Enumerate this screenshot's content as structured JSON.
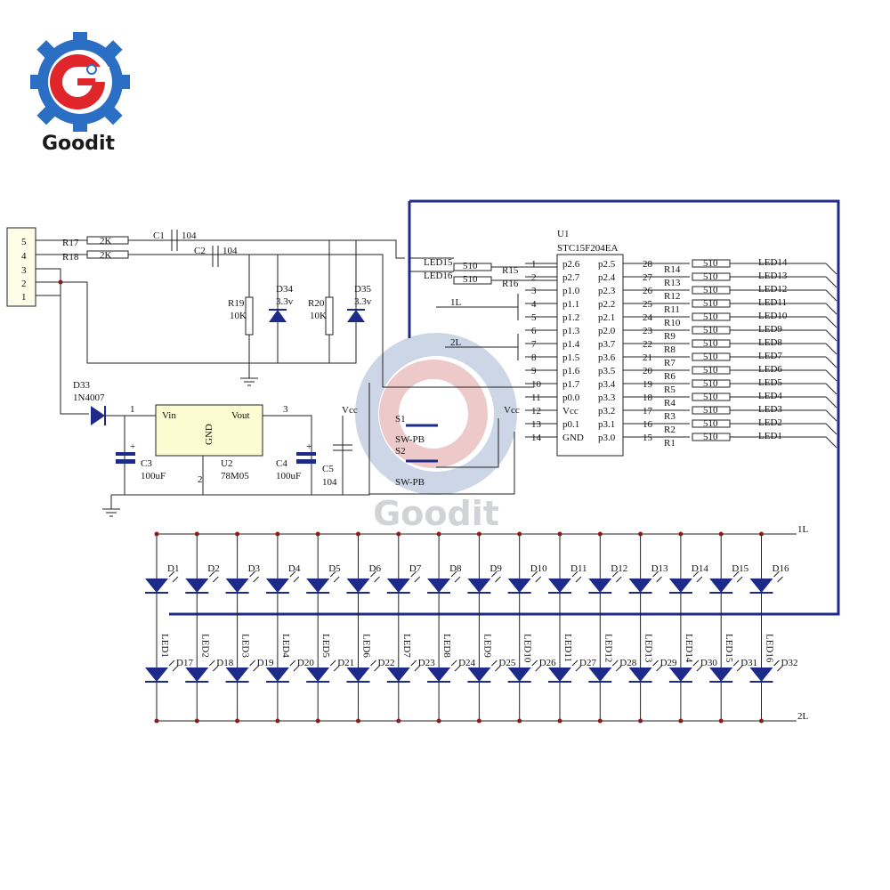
{
  "brand": {
    "name": "Goodit",
    "watermark": "Goodit",
    "colors": {
      "blue": "#2a6fc4",
      "red": "#e0262b",
      "dark": "#1a1a1a",
      "watermark": "#9aa0a6",
      "trace": "#1e2a8a"
    }
  },
  "connector": {
    "pins": [
      "5",
      "4",
      "3",
      "2",
      "1"
    ]
  },
  "power": {
    "diode": {
      "ref": "D33",
      "part": "1N4007"
    },
    "regulator": {
      "ref": "U2",
      "part": "78M05",
      "vin": "Vin",
      "vout": "Vout",
      "gnd": "GND",
      "pin1": "1",
      "pin2": "2",
      "pin3": "3"
    },
    "c3": {
      "ref": "C3",
      "value": "100uF"
    },
    "c4": {
      "ref": "C4",
      "value": "100uF"
    },
    "c5": {
      "ref": "C5",
      "value": "104"
    },
    "vcc": "Vcc",
    "plus": "+"
  },
  "input_section": {
    "r17": {
      "ref": "R17",
      "value": "2K"
    },
    "r18": {
      "ref": "R18",
      "value": "2K"
    },
    "c1": {
      "ref": "C1",
      "value": "104"
    },
    "c2": {
      "ref": "C2",
      "value": "104"
    },
    "r19": {
      "ref": "R19",
      "value": "10K"
    },
    "r20": {
      "ref": "R20",
      "value": "10K"
    },
    "d34": {
      "ref": "D34",
      "value": "3.3v"
    },
    "d35": {
      "ref": "D35",
      "value": "3.3v"
    }
  },
  "mcu": {
    "ref": "U1",
    "part": "STC15F204EA",
    "left_pins": [
      {
        "num": "1",
        "name": "p2.6"
      },
      {
        "num": "2",
        "name": "p2.7"
      },
      {
        "num": "3",
        "name": "p1.0"
      },
      {
        "num": "4",
        "name": "p1.1"
      },
      {
        "num": "5",
        "name": "p1.2"
      },
      {
        "num": "6",
        "name": "p1.3"
      },
      {
        "num": "7",
        "name": "p1.4"
      },
      {
        "num": "8",
        "name": "p1.5"
      },
      {
        "num": "9",
        "name": "p1.6"
      },
      {
        "num": "10",
        "name": "p1.7"
      },
      {
        "num": "11",
        "name": "p0.0"
      },
      {
        "num": "12",
        "name": "Vcc"
      },
      {
        "num": "13",
        "name": "p0.1"
      },
      {
        "num": "14",
        "name": "GND"
      }
    ],
    "right_pins": [
      {
        "num": "28",
        "name": "p2.5"
      },
      {
        "num": "27",
        "name": "p2.4"
      },
      {
        "num": "26",
        "name": "p2.3"
      },
      {
        "num": "25",
        "name": "p2.2"
      },
      {
        "num": "24",
        "name": "p2.1"
      },
      {
        "num": "23",
        "name": "p2.0"
      },
      {
        "num": "22",
        "name": "p3.7"
      },
      {
        "num": "21",
        "name": "p3.6"
      },
      {
        "num": "20",
        "name": "p3.5"
      },
      {
        "num": "19",
        "name": "p3.4"
      },
      {
        "num": "18",
        "name": "p3.3"
      },
      {
        "num": "17",
        "name": "p3.2"
      },
      {
        "num": "16",
        "name": "p3.1"
      },
      {
        "num": "15",
        "name": "p3.0"
      }
    ],
    "left_nets": {
      "led15": "LED15",
      "led16": "LED16",
      "r15": {
        "ref": "R15",
        "value": "510"
      },
      "r16": {
        "ref": "R16",
        "value": "510"
      },
      "net_1l": "1L",
      "net_2l": "2L",
      "vcc": "Vcc"
    }
  },
  "led_resistors": [
    {
      "ref": "R14",
      "value": "510",
      "net": "LED14"
    },
    {
      "ref": "R13",
      "value": "510",
      "net": "LED13"
    },
    {
      "ref": "R12",
      "value": "510",
      "net": "LED12"
    },
    {
      "ref": "R11",
      "value": "510",
      "net": "LED11"
    },
    {
      "ref": "R10",
      "value": "510",
      "net": "LED10"
    },
    {
      "ref": "R9",
      "value": "510",
      "net": "LED9"
    },
    {
      "ref": "R8",
      "value": "510",
      "net": "LED8"
    },
    {
      "ref": "R7",
      "value": "510",
      "net": "LED7"
    },
    {
      "ref": "R6",
      "value": "510",
      "net": "LED6"
    },
    {
      "ref": "R5",
      "value": "510",
      "net": "LED5"
    },
    {
      "ref": "R4",
      "value": "510",
      "net": "LED4"
    },
    {
      "ref": "R3",
      "value": "510",
      "net": "LED3"
    },
    {
      "ref": "R2",
      "value": "510",
      "net": "LED2"
    },
    {
      "ref": "R1",
      "value": "510",
      "net": "LED1"
    }
  ],
  "switches": [
    {
      "ref": "S1",
      "type": "SW-PB"
    },
    {
      "ref": "S2",
      "type": "SW-PB"
    }
  ],
  "led_matrix": {
    "top_row": [
      "D1",
      "D2",
      "D3",
      "D4",
      "D5",
      "D6",
      "D7",
      "D8",
      "D9",
      "D10",
      "D11",
      "D12",
      "D13",
      "D14",
      "D15",
      "D16"
    ],
    "bottom_row": [
      "D17",
      "D18",
      "D19",
      "D20",
      "D21",
      "D22",
      "D23",
      "D24",
      "D25",
      "D26",
      "D27",
      "D28",
      "D29",
      "D30",
      "D31",
      "D32"
    ],
    "column_nets": [
      "LED1",
      "LED2",
      "LED3",
      "LED4",
      "LED5",
      "LED6",
      "LED7",
      "LED8",
      "LED9",
      "LED10",
      "LED11",
      "LED12",
      "LED13",
      "LED14",
      "LED15",
      "LED16"
    ],
    "row_top_net": "1L",
    "row_bottom_net": "2L"
  }
}
